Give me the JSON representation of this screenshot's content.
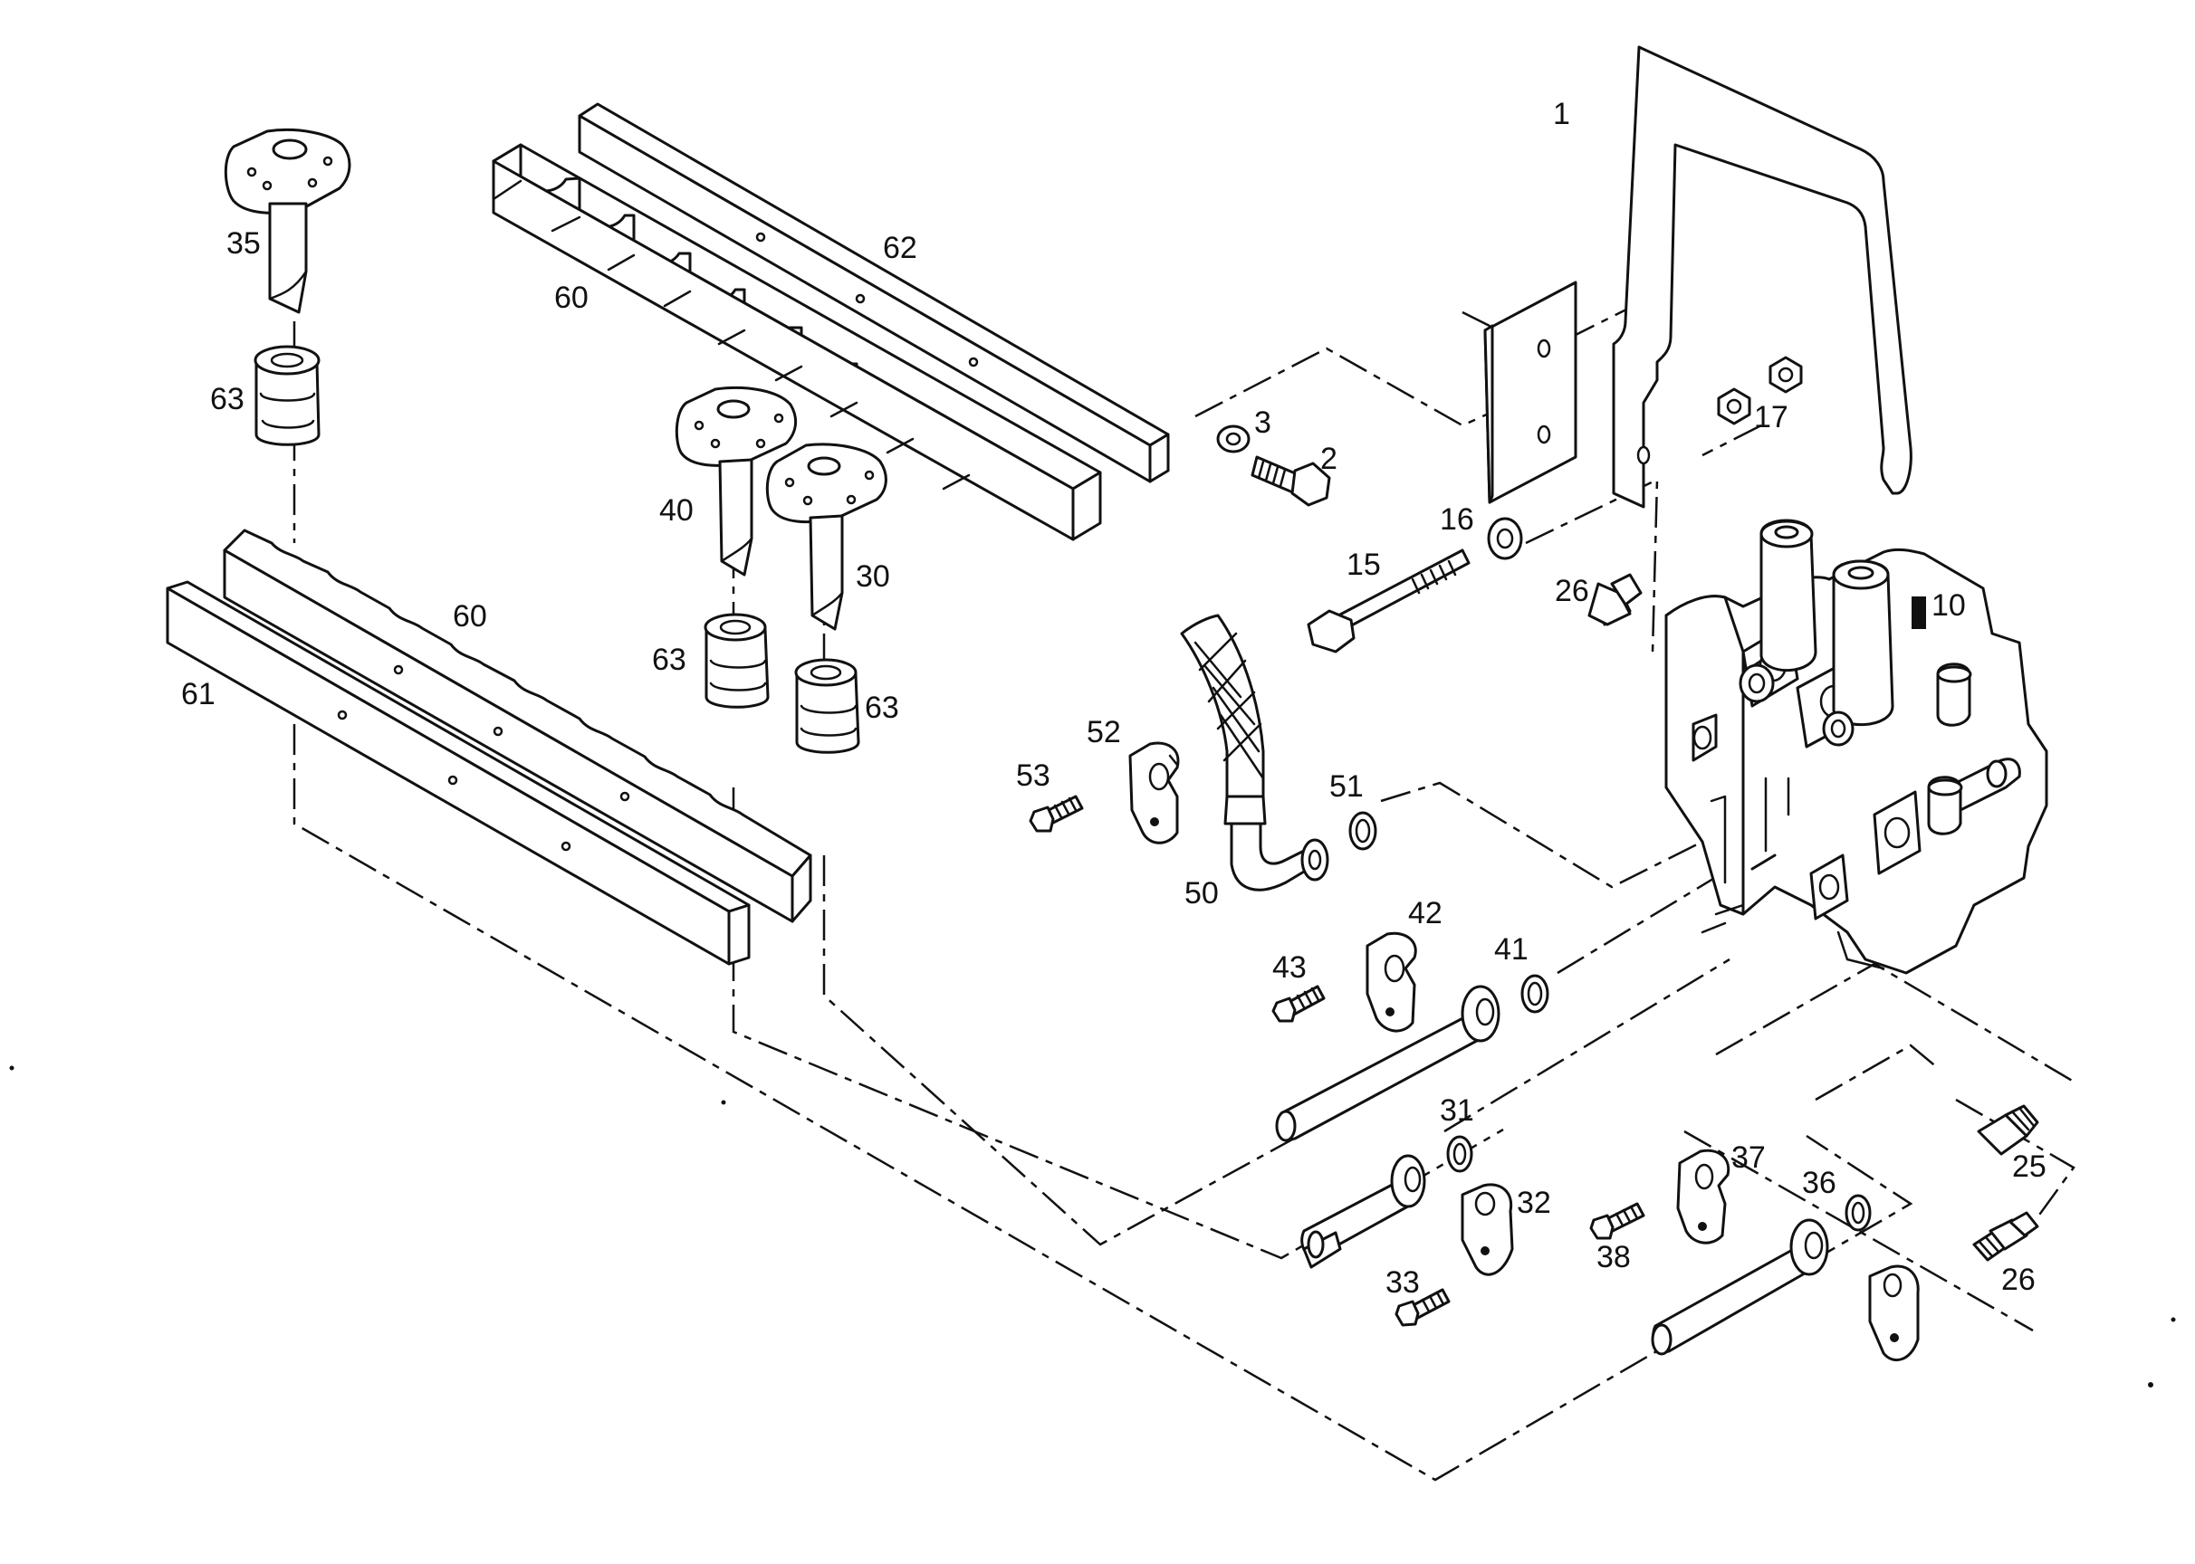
{
  "callouts": [
    {
      "id": "c1",
      "text": "1"
    },
    {
      "id": "c2",
      "text": "2"
    },
    {
      "id": "c3",
      "text": "3"
    },
    {
      "id": "c10",
      "text": "10"
    },
    {
      "id": "c15",
      "text": "15"
    },
    {
      "id": "c16",
      "text": "16"
    },
    {
      "id": "c17",
      "text": "17"
    },
    {
      "id": "c25",
      "text": "25"
    },
    {
      "id": "c26a",
      "text": "26"
    },
    {
      "id": "c26b",
      "text": "26"
    },
    {
      "id": "c30",
      "text": "30"
    },
    {
      "id": "c31",
      "text": "31"
    },
    {
      "id": "c32",
      "text": "32"
    },
    {
      "id": "c33",
      "text": "33"
    },
    {
      "id": "c35",
      "text": "35"
    },
    {
      "id": "c36",
      "text": "36"
    },
    {
      "id": "c37",
      "text": "37"
    },
    {
      "id": "c38",
      "text": "38"
    },
    {
      "id": "c40",
      "text": "40"
    },
    {
      "id": "c41",
      "text": "41"
    },
    {
      "id": "c42",
      "text": "42"
    },
    {
      "id": "c43",
      "text": "43"
    },
    {
      "id": "c50",
      "text": "50"
    },
    {
      "id": "c51",
      "text": "51"
    },
    {
      "id": "c52",
      "text": "52"
    },
    {
      "id": "c53",
      "text": "53"
    },
    {
      "id": "c60a",
      "text": "60"
    },
    {
      "id": "c60b",
      "text": "60"
    },
    {
      "id": "c61",
      "text": "61"
    },
    {
      "id": "c62",
      "text": "62"
    },
    {
      "id": "c63a",
      "text": "63"
    },
    {
      "id": "c63b",
      "text": "63"
    },
    {
      "id": "c63c",
      "text": "63"
    }
  ],
  "colors": {
    "ink": "#111111",
    "paper": "#ffffff"
  }
}
